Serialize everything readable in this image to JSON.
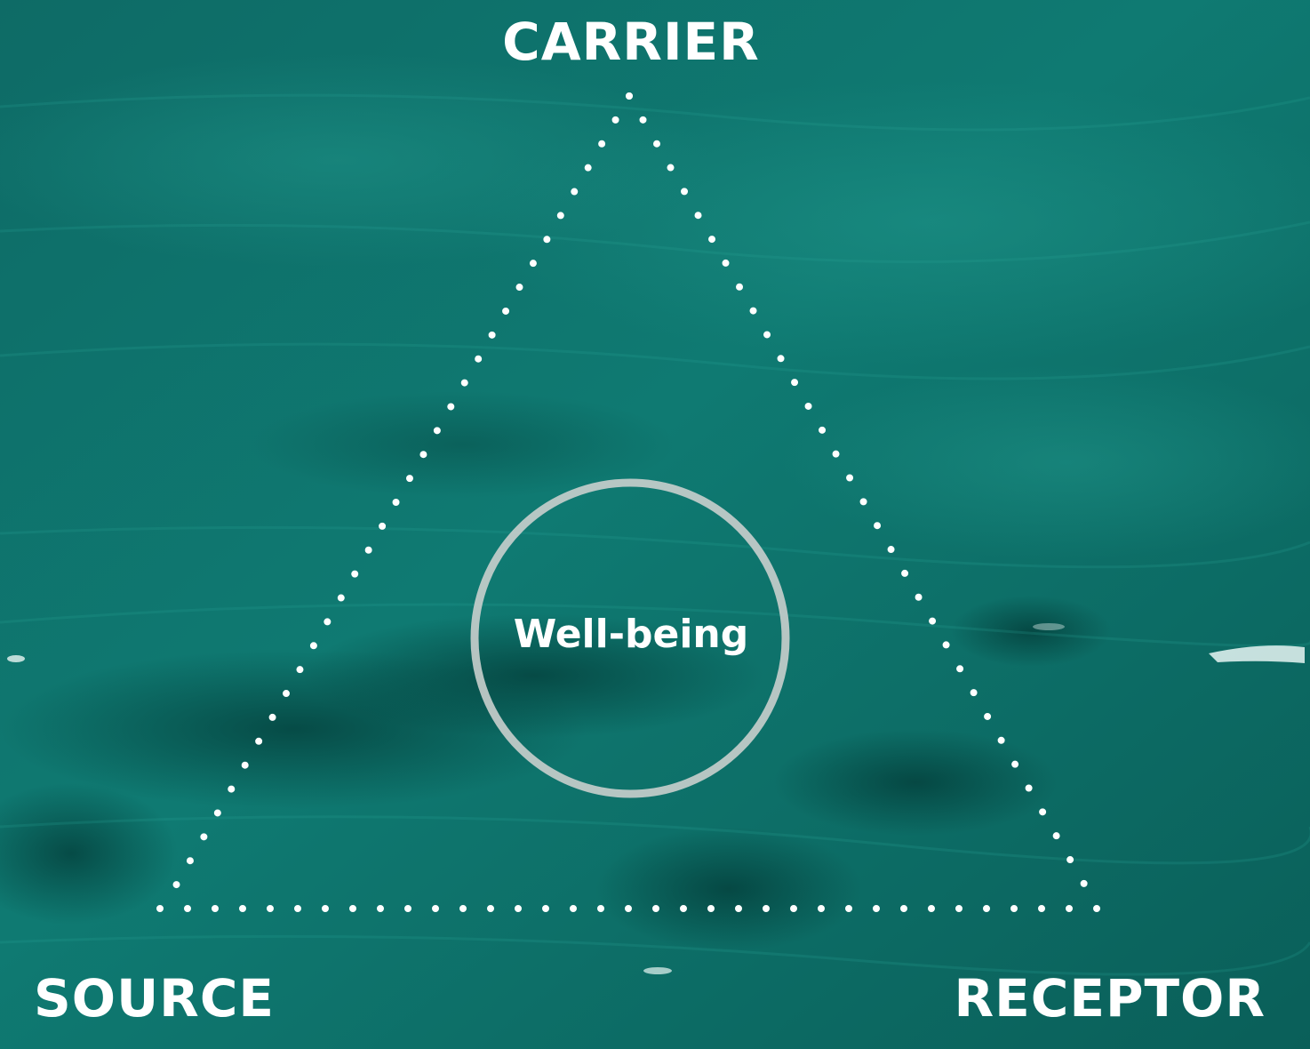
{
  "diagram": {
    "vertices": {
      "top": "CARRIER",
      "bottom_left": "SOURCE",
      "bottom_right": "RECEPTOR"
    },
    "center": "Well-being"
  },
  "colors": {
    "sea_dark": "#03433f",
    "sea_mid": "#0b6f68",
    "sea_light": "#188a80",
    "line": "#ffffff",
    "circle": "#c9cfcd"
  }
}
